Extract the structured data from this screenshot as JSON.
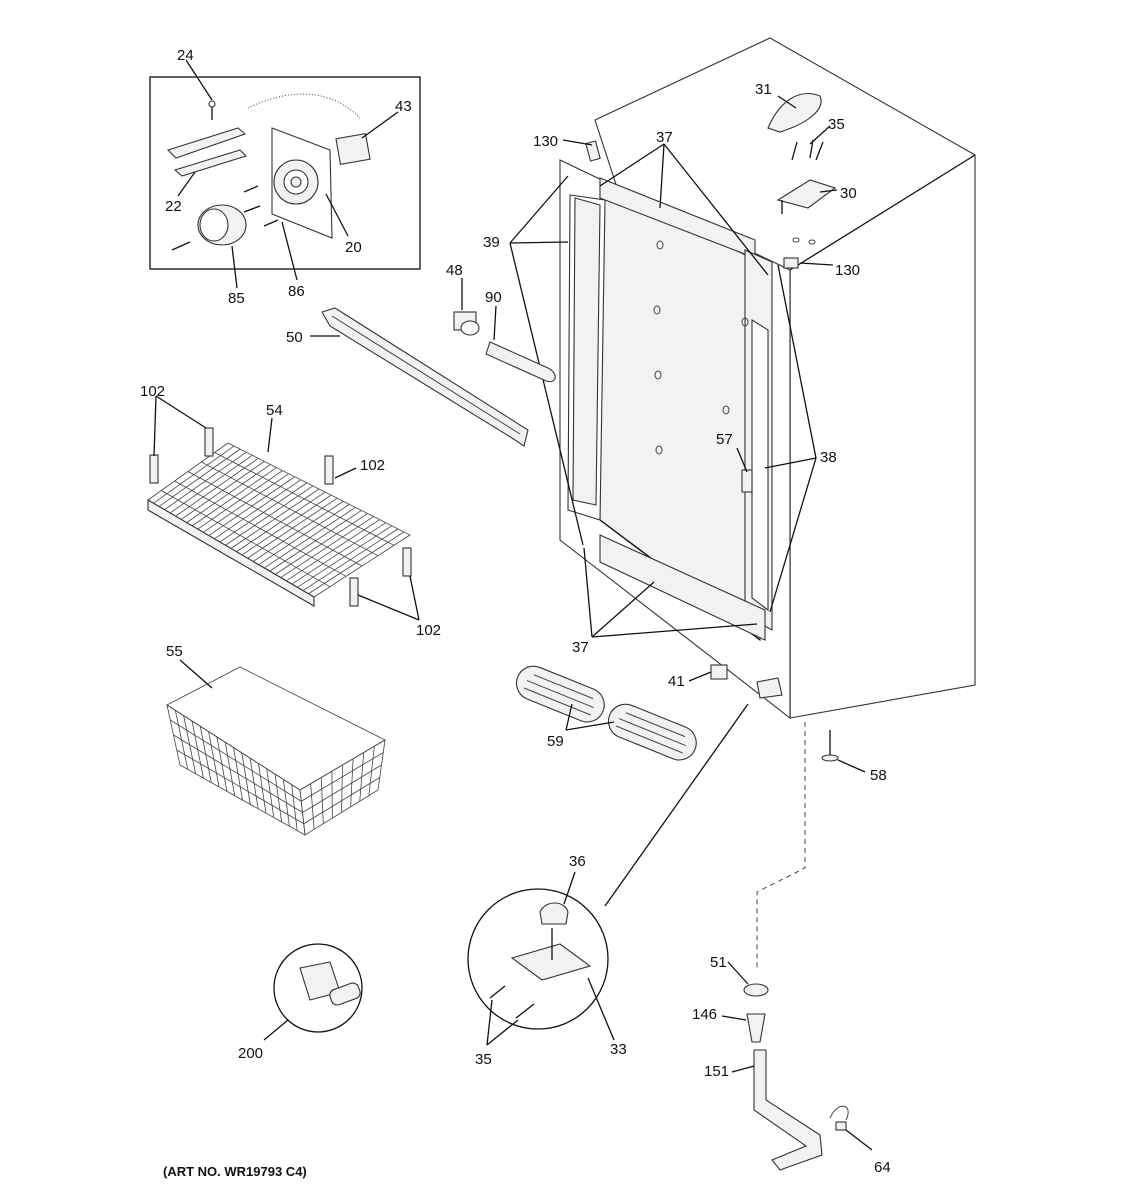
{
  "art_number": "(ART NO. WR19793 C4)",
  "callouts": {
    "c24": "24",
    "c43": "43",
    "c22": "22",
    "c20": "20",
    "c85": "85",
    "c86": "86",
    "c130a": "130",
    "c130b": "130",
    "c37top": "37",
    "c31": "31",
    "c35top": "35",
    "c30": "30",
    "c39": "39",
    "c48": "48",
    "c90": "90",
    "c50": "50",
    "c102a": "102",
    "c54": "54",
    "c102b": "102",
    "c102c": "102",
    "c57": "57",
    "c38": "38",
    "c37bot": "37",
    "c55": "55",
    "c41": "41",
    "c59": "59",
    "c58": "58",
    "c36": "36",
    "c51": "51",
    "c146": "146",
    "c151": "151",
    "c64": "64",
    "c200": "200",
    "c35bot": "35",
    "c33": "33"
  }
}
